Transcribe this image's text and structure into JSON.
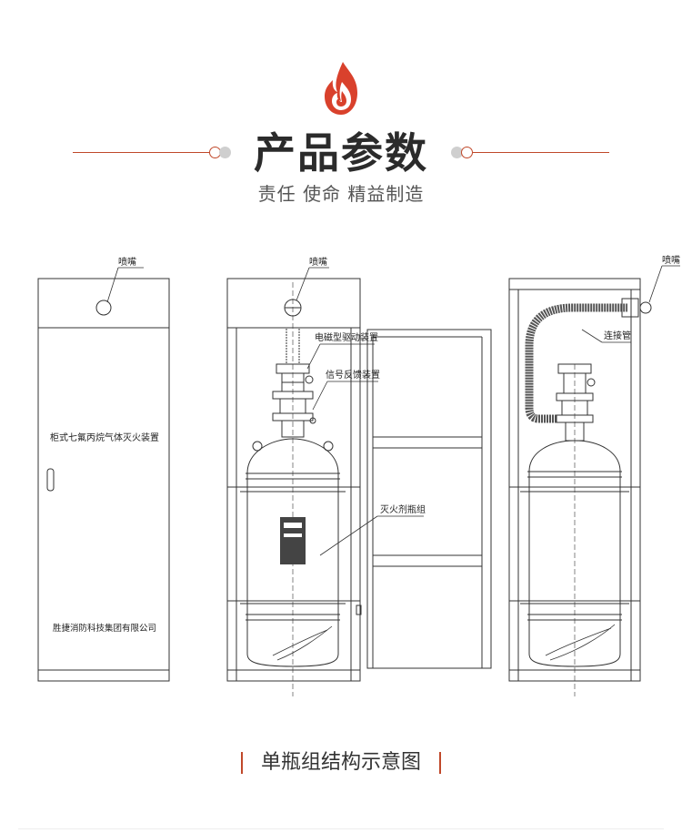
{
  "header": {
    "title": "产品参数",
    "subtitle": "责任 使命 精益制造"
  },
  "diagram": {
    "front": {
      "nozzle_label": "喷嘴",
      "product_name": "柜式七氟丙烷气体灭火装置",
      "company": "胜捷消防科技集团有限公司"
    },
    "internal": {
      "nozzle_label": "喷嘴",
      "solenoid_label": "电磁型驱动装置",
      "feedback_label": "信号反馈装置",
      "bottle_label": "灭火剂瓶组"
    },
    "side": {
      "nozzle_label": "喷嘴",
      "hose_label": "连接管"
    }
  },
  "caption": "单瓶组结构示意图",
  "colors": {
    "accent": "#c0482a",
    "title": "#2b2b2b",
    "line": "#333333"
  }
}
